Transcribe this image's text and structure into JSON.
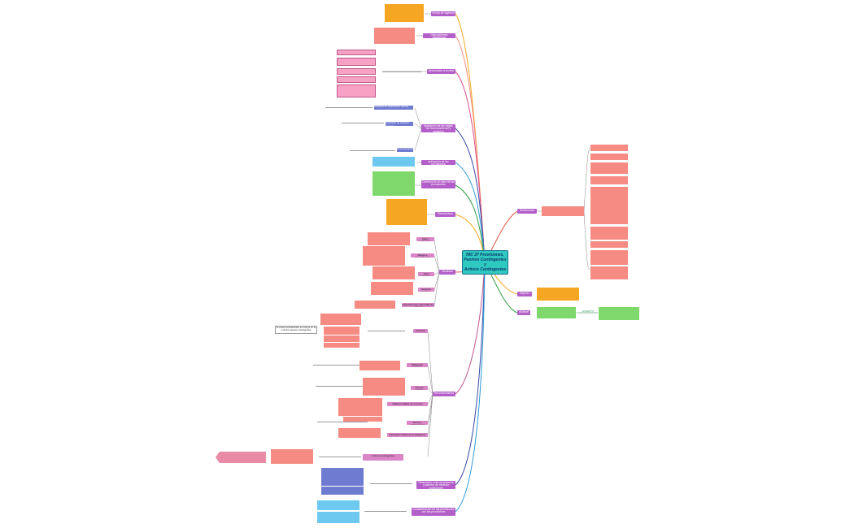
{
  "central": {
    "line1": "NIC 37 Provisiones,",
    "line2": "Pasivos Contingentes",
    "line3": "y",
    "line4": "Activos Contingentes"
  },
  "colors": {
    "center": "#2ec9c0",
    "branch": "#b35ec9",
    "orange": "#f5a623",
    "salmon": "#f58b82",
    "pink": "#f7a1c4",
    "blue": "#6ec9f0",
    "navy": "#6f7bd1",
    "green": "#7fd86b"
  },
  "left_branches": [
    {
      "label": "Fecha de vigencia"
    },
    {
      "label": "Disposiciones transitorias"
    },
    {
      "label": "Información a revelar"
    },
    {
      "label": "Aplicación de las reglas de reconocimiento y medición"
    },
    {
      "label": "Aplicación de las provisiones"
    },
    {
      "label": "Cambios en el valor de las provisiones"
    },
    {
      "label": "Reembolsos"
    },
    {
      "label": "Medición"
    },
    {
      "label": "Reconocimiento"
    },
    {
      "label": "Relaciones entre provisiones y pasivos de carácter contingente"
    },
    {
      "label": "Contabilización de las provisiones con las provisiones"
    }
  ],
  "right_branches": [
    {
      "label": "Definiciones"
    },
    {
      "label": "Objetivo"
    },
    {
      "label": "Alcance"
    }
  ],
  "medicion_subs": [
    {
      "label": "Mejor estimación"
    },
    {
      "label": "Riesgo e incertidumbre"
    },
    {
      "label": "Valor presente"
    },
    {
      "label": "Sucesos futuros"
    },
    {
      "label": "Disposiciones esperadas de activos"
    }
  ],
  "reconocimiento_subs": [
    {
      "label": "Provisión"
    },
    {
      "label": "Obligación presente"
    },
    {
      "label": "Suceso pasado"
    },
    {
      "label": "Salida probable de recursos"
    },
    {
      "label": "Estimación fiable de la obligación"
    },
    {
      "label": "Pasivos contingentes"
    },
    {
      "label": "Activos contingentes"
    }
  ],
  "aplicacion_subs": [
    {
      "label": "Pérdidas de explotación futuras"
    },
    {
      "label": "Contratos de carácter oneroso"
    },
    {
      "label": "Reestructuraciones"
    }
  ],
  "alcance_tag": {
    "label": "EXCEPTO"
  },
  "side_note": {
    "text": "Si existe incertidumbre se incluye en la nota los pasivos contingentes"
  }
}
